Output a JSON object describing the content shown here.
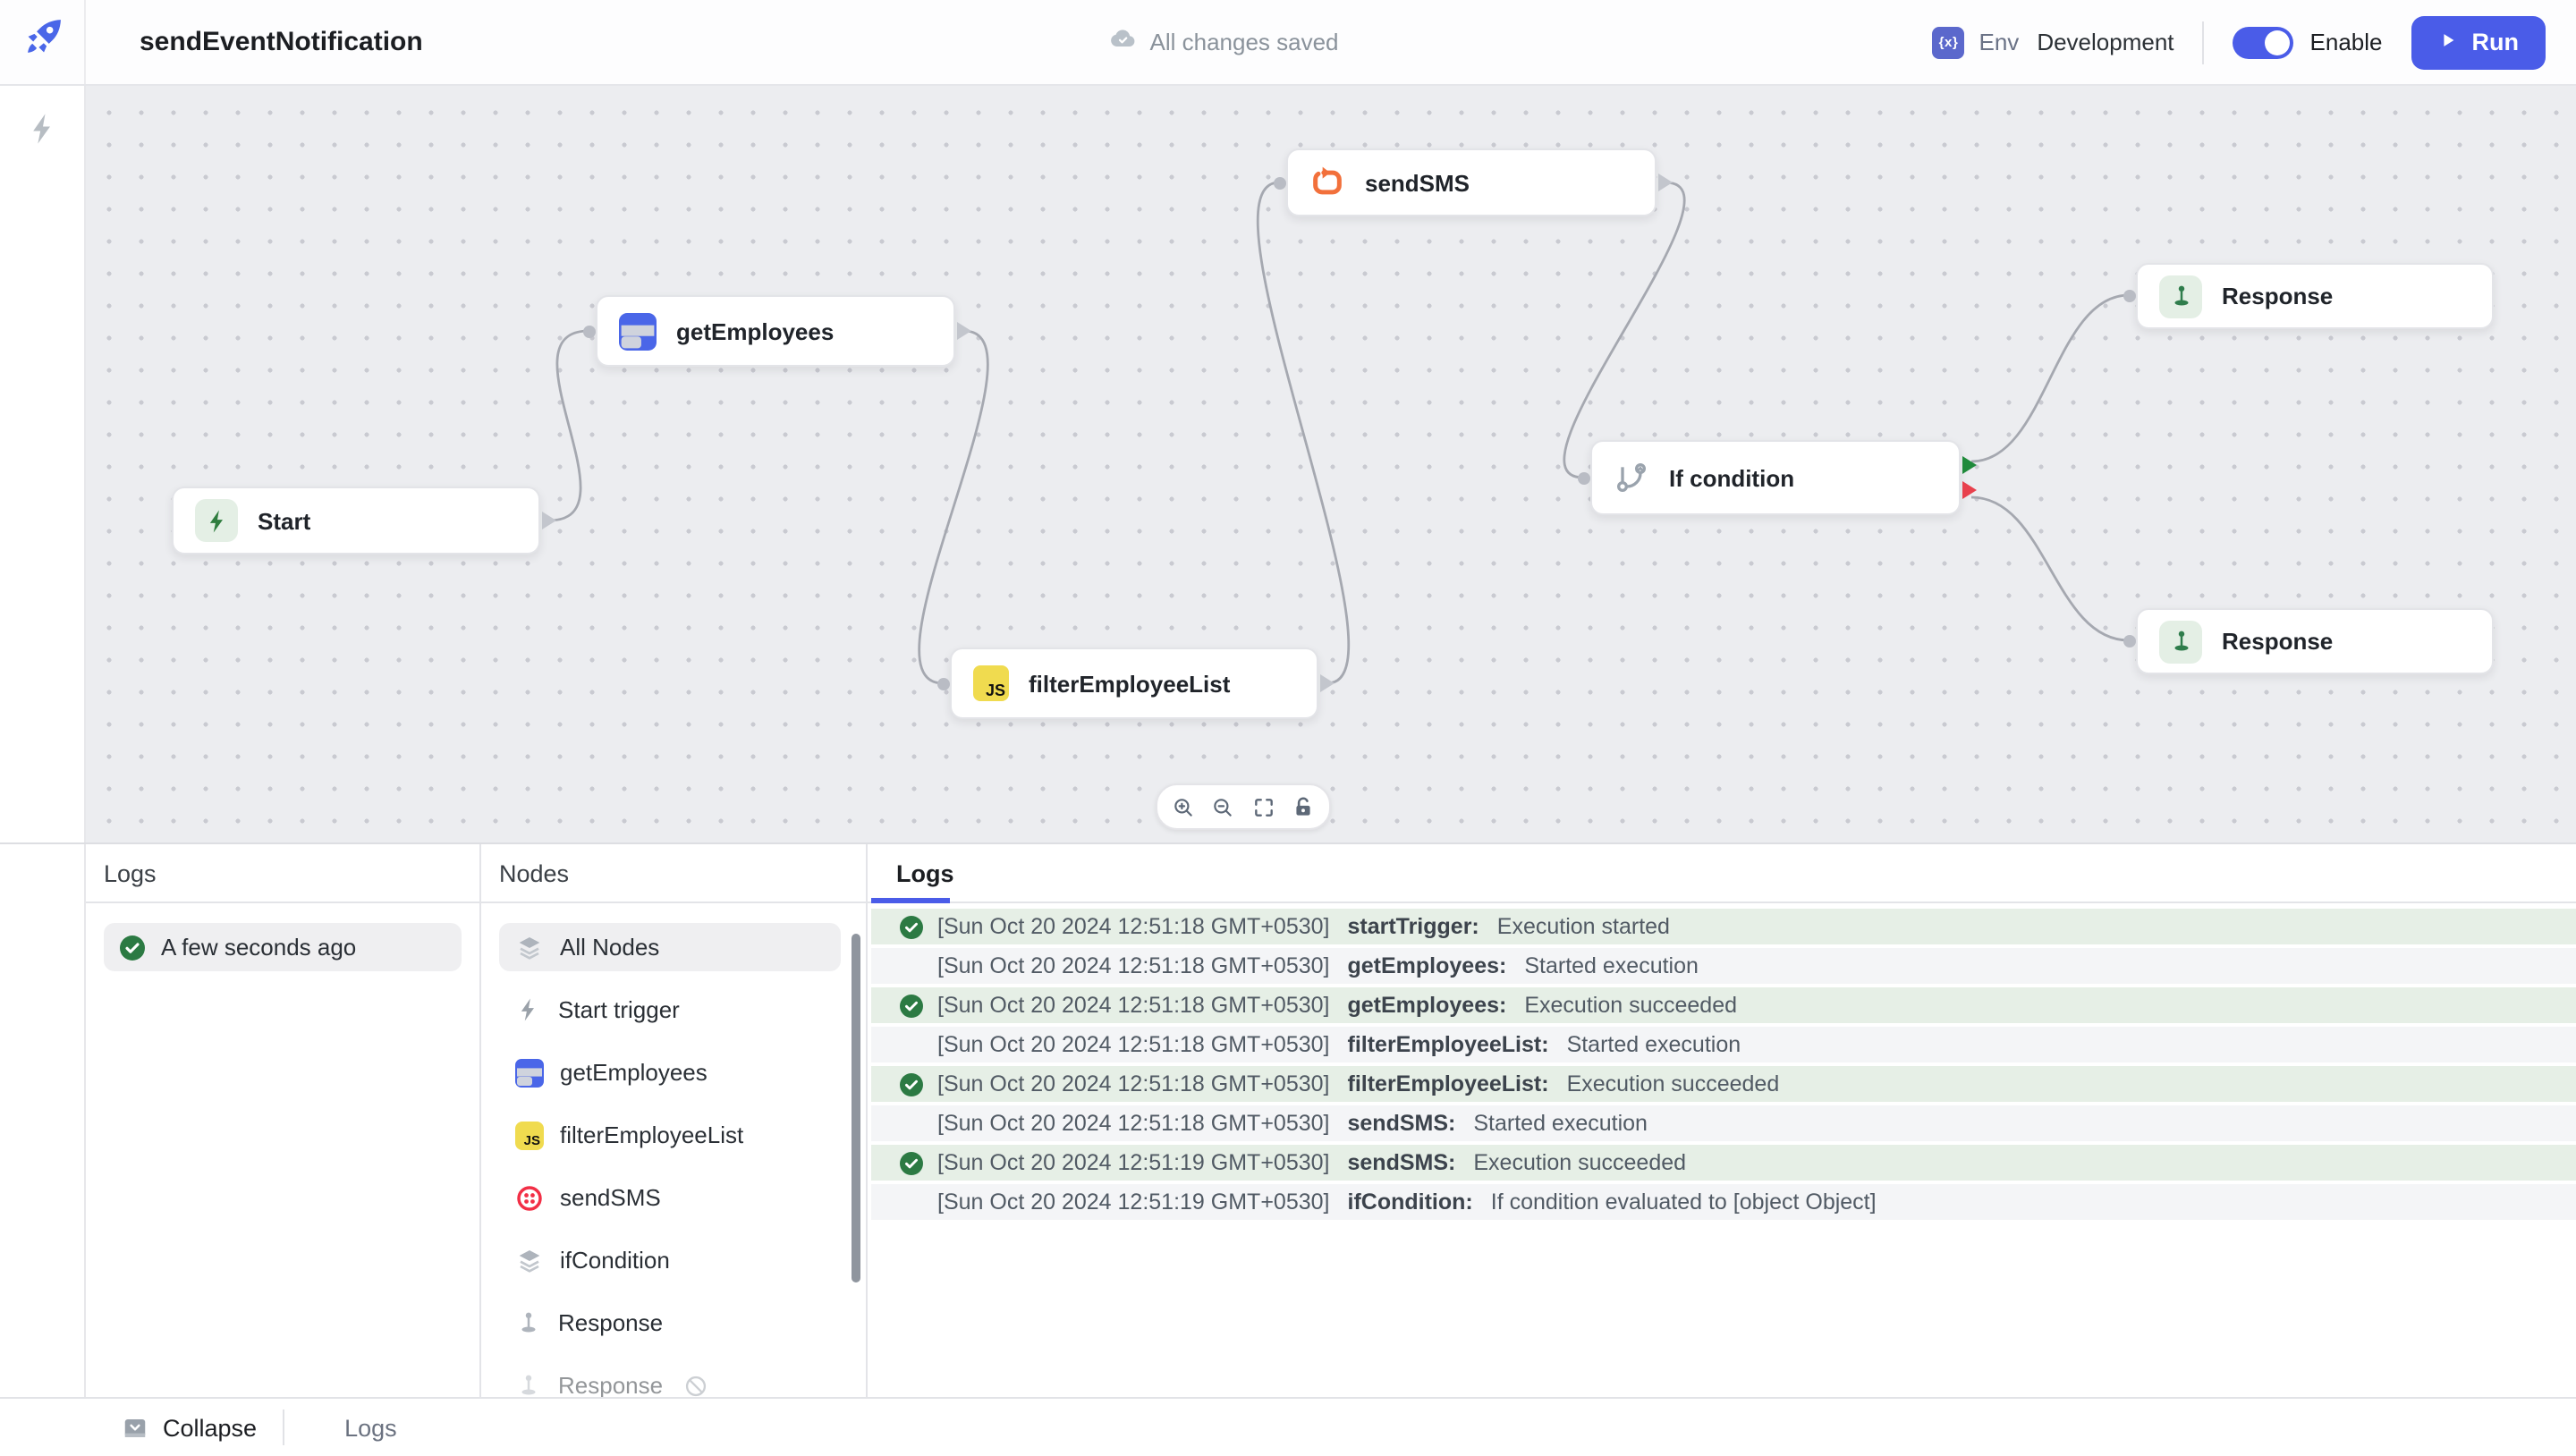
{
  "header": {
    "title": "sendEventNotification",
    "save_status": "All changes saved",
    "env_badge_glyph": "{x}",
    "env_label": "Env",
    "env_value": "Development",
    "enable_label": "Enable",
    "run_label": "Run"
  },
  "canvas": {
    "nodes": [
      {
        "label": "Start",
        "icon": "bolt-icon"
      },
      {
        "label": "getEmployees",
        "icon": "table-query-icon"
      },
      {
        "label": "sendSMS",
        "icon": "loop-arrow-icon"
      },
      {
        "label": "filterEmployeeList",
        "icon": "js-icon"
      },
      {
        "label": "If condition",
        "icon": "branch-icon"
      },
      {
        "label": "Response",
        "icon": "flag-pin-icon"
      },
      {
        "label": "Response",
        "icon": "flag-pin-icon"
      }
    ],
    "edges": [
      {
        "from": "Start",
        "to": "getEmployees"
      },
      {
        "from": "getEmployees",
        "to": "filterEmployeeList"
      },
      {
        "from": "filterEmployeeList",
        "to": "sendSMS"
      },
      {
        "from": "sendSMS",
        "to": "If condition"
      },
      {
        "from": "If condition",
        "branch": "true",
        "to": "Response"
      },
      {
        "from": "If condition",
        "branch": "false",
        "to": "Response"
      }
    ],
    "glyphs": {
      "js": "JS"
    },
    "toolbar": [
      "zoom-in",
      "zoom-out",
      "fit-view",
      "unlock"
    ]
  },
  "debugger": {
    "runs": {
      "header": "Logs",
      "items": [
        {
          "label": "A few seconds ago",
          "status": "success"
        }
      ]
    },
    "nodes_panel": {
      "header": "Nodes",
      "items": [
        {
          "label": "All Nodes",
          "icon": "layers-icon",
          "selected": true
        },
        {
          "label": "Start trigger",
          "icon": "bolt-icon"
        },
        {
          "label": "getEmployees",
          "icon": "table-query-icon"
        },
        {
          "label": "filterEmployeeList",
          "icon": "js-icon"
        },
        {
          "label": "sendSMS",
          "icon": "twilio-icon"
        },
        {
          "label": "ifCondition",
          "icon": "layers-icon"
        },
        {
          "label": "Response",
          "icon": "flag-pin-icon"
        },
        {
          "label": "Response",
          "icon": "flag-pin-icon",
          "disabled": true
        }
      ]
    },
    "logs_panel": {
      "tab": "Logs",
      "entries": [
        {
          "timestamp": "[Sun Oct 20 2024 12:51:18 GMT+0530]",
          "node": "startTrigger:",
          "message": "Execution started",
          "success": true
        },
        {
          "timestamp": "[Sun Oct 20 2024 12:51:18 GMT+0530]",
          "node": "getEmployees:",
          "message": "Started execution",
          "success": false
        },
        {
          "timestamp": "[Sun Oct 20 2024 12:51:18 GMT+0530]",
          "node": "getEmployees:",
          "message": "Execution succeeded",
          "success": true
        },
        {
          "timestamp": "[Sun Oct 20 2024 12:51:18 GMT+0530]",
          "node": "filterEmployeeList:",
          "message": "Started execution",
          "success": false
        },
        {
          "timestamp": "[Sun Oct 20 2024 12:51:18 GMT+0530]",
          "node": "filterEmployeeList:",
          "message": "Execution succeeded",
          "success": true
        },
        {
          "timestamp": "[Sun Oct 20 2024 12:51:18 GMT+0530]",
          "node": "sendSMS:",
          "message": "Started execution",
          "success": false
        },
        {
          "timestamp": "[Sun Oct 20 2024 12:51:19 GMT+0530]",
          "node": "sendSMS:",
          "message": "Execution succeeded",
          "success": true
        },
        {
          "timestamp": "[Sun Oct 20 2024 12:51:19 GMT+0530]",
          "node": "ifCondition:",
          "message": "If condition evaluated to [object Object]",
          "success": false
        }
      ]
    }
  },
  "bottom_bar": {
    "collapse_label": "Collapse",
    "logs_label": "Logs"
  },
  "colors": {
    "accent": "#4A5CE8",
    "success_green": "#2C7A43",
    "branch_true": "#1F8A3B",
    "branch_false": "#E8414D",
    "twilio_red": "#F22F46",
    "js_yellow": "#F0DB4F",
    "query_blue": "#4A66E8",
    "sms_orange": "#F2703B"
  }
}
